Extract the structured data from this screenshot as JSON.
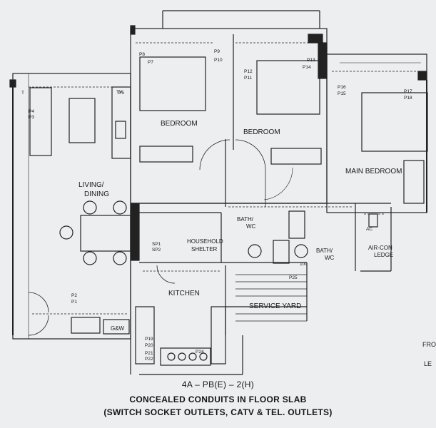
{
  "rooms": {
    "bedroom1": "BEDROOM",
    "bedroom2": "BEDROOM",
    "main_bedroom": "MAIN BEDROOM",
    "living_line1": "LIVING/",
    "living_line2": "DINING",
    "bath1_line1": "BATH/",
    "bath1_line2": "WC",
    "bath2_line1": "BATH/",
    "bath2_line2": "WC",
    "household_line1": "HOUSEHOLD",
    "household_line2": "SHELTER",
    "kitchen": "KITCHEN",
    "service_yard": "SERVICE YARD",
    "aircon_line1": "AIR-CON",
    "aircon_line2": "LEDGE",
    "gw": "G&W"
  },
  "outlets": {
    "p7": "P7",
    "p8": "P8",
    "p9": "P9",
    "p10": "P10",
    "p11": "P11",
    "p12": "P12",
    "p13": "P13",
    "p14": "P14",
    "p15": "P15",
    "p16": "P16",
    "p17": "P17",
    "p18": "P18",
    "p4": "P4",
    "p3": "P3",
    "p5": "P5",
    "p2": "P2",
    "p1": "P1",
    "p19": "P19",
    "p20": "P20",
    "p21": "P21",
    "p22": "P22",
    "p24": "P24",
    "p25": "P25",
    "sp1": "SP1",
    "sp2": "SP2",
    "tv": "TV",
    "tel": "T",
    "ac": "AC",
    "v100": "100"
  },
  "caption": {
    "unit": "4A – PB(E) – 2(H)",
    "line1": "CONCEALED CONDUITS IN FLOOR SLAB",
    "line2": "(SWITCH SOCKET OUTLETS, CATV & TEL. OUTLETS)"
  },
  "side_text": {
    "a": "FRO",
    "b": "LE"
  }
}
